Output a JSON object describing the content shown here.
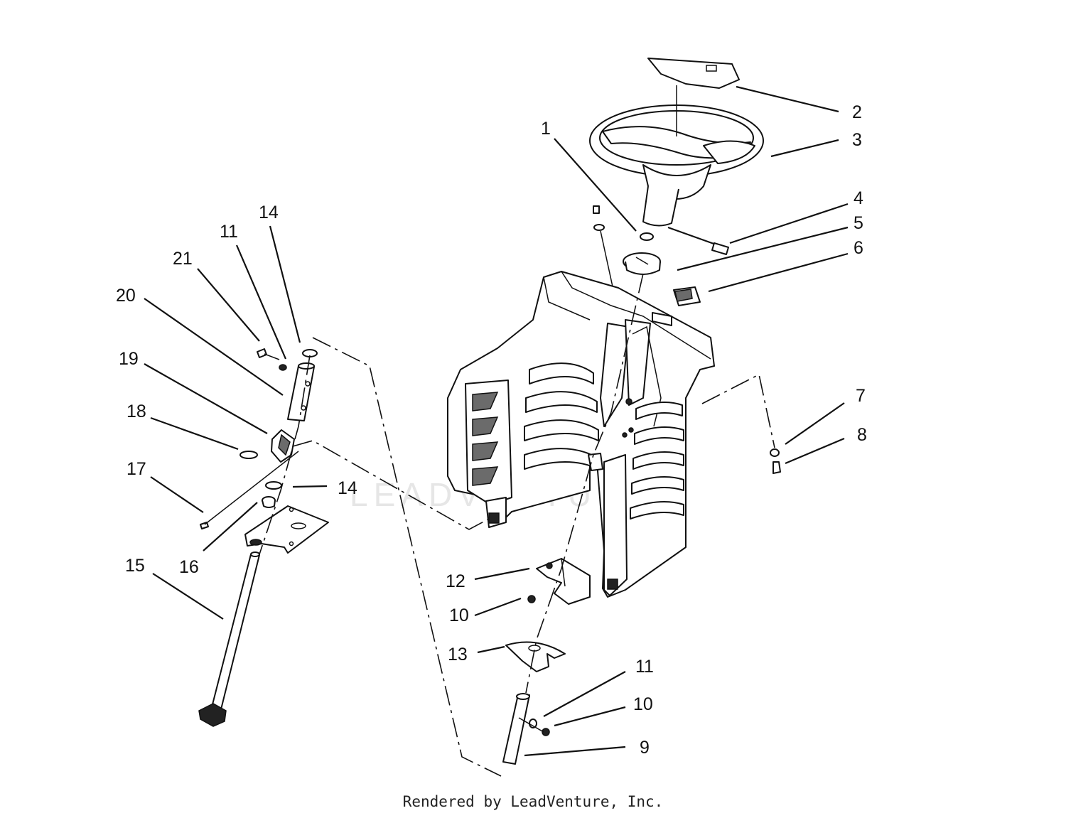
{
  "watermark": "LEADVENTURE",
  "footer": "Rendered by LeadVenture, Inc.",
  "callouts": {
    "c1": "1",
    "c2": "2",
    "c3": "3",
    "c4": "4",
    "c5": "5",
    "c6": "6",
    "c7": "7",
    "c8": "8",
    "c9": "9",
    "c10a": "10",
    "c10b": "10",
    "c11a": "11",
    "c11b": "11",
    "c12": "12",
    "c13": "13",
    "c14a": "14",
    "c14b": "14",
    "c15": "15",
    "c16": "16",
    "c17": "17",
    "c18": "18",
    "c19": "19",
    "c20": "20",
    "c21": "21"
  }
}
